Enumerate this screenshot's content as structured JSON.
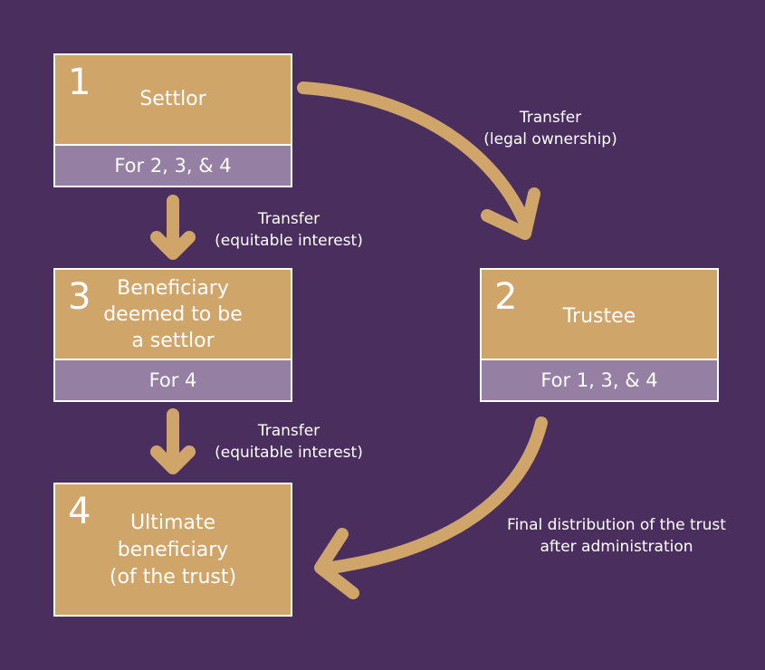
{
  "colors": {
    "background": "#4a2e5e",
    "box_fill": "#d0a56a",
    "footer_fill": "#957fa3",
    "arrow": "#d0a56a",
    "text": "#ffffff"
  },
  "nodes": {
    "settlor": {
      "number": "1",
      "title": "Settlor",
      "footer": "For 2, 3, & 4"
    },
    "trustee": {
      "number": "2",
      "title": "Trustee",
      "footer": "For 1, 3, & 4"
    },
    "deemed_settlor": {
      "number": "3",
      "title": "Beneficiary\ndeemed to be\na settlor",
      "footer": "For 4"
    },
    "ultimate_beneficiary": {
      "number": "4",
      "title": "Ultimate\nbeneficiary\n(of the trust)"
    }
  },
  "edges": {
    "settlor_to_trustee": {
      "line1": "Transfer",
      "line2": "(legal ownership)"
    },
    "settlor_to_deemed": {
      "line1": "Transfer",
      "line2": "(equitable interest)"
    },
    "deemed_to_ultimate": {
      "line1": "Transfer",
      "line2": "(equitable interest)"
    },
    "trustee_to_ultimate": {
      "line1": "Final distribution of the trust",
      "line2": "after administration"
    }
  }
}
